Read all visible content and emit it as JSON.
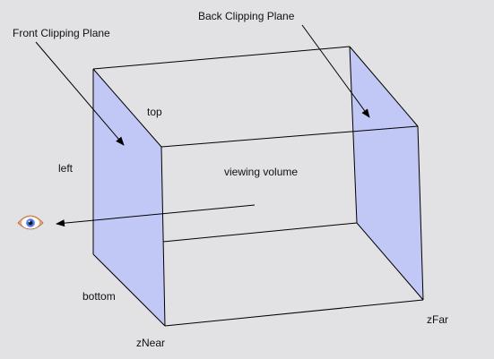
{
  "labels": {
    "front_clipping_plane": "Front Clipping Plane",
    "back_clipping_plane": "Back Clipping Plane",
    "top": "top",
    "left": "left",
    "bottom": "bottom",
    "viewing_volume": "viewing volume",
    "z_near": "zNear",
    "z_far": "zFar"
  },
  "colors": {
    "background": "#e2e1e3",
    "plane_fill": "#c2c8f6",
    "line": "#000000"
  },
  "icons": {
    "eye": "eye-icon"
  }
}
